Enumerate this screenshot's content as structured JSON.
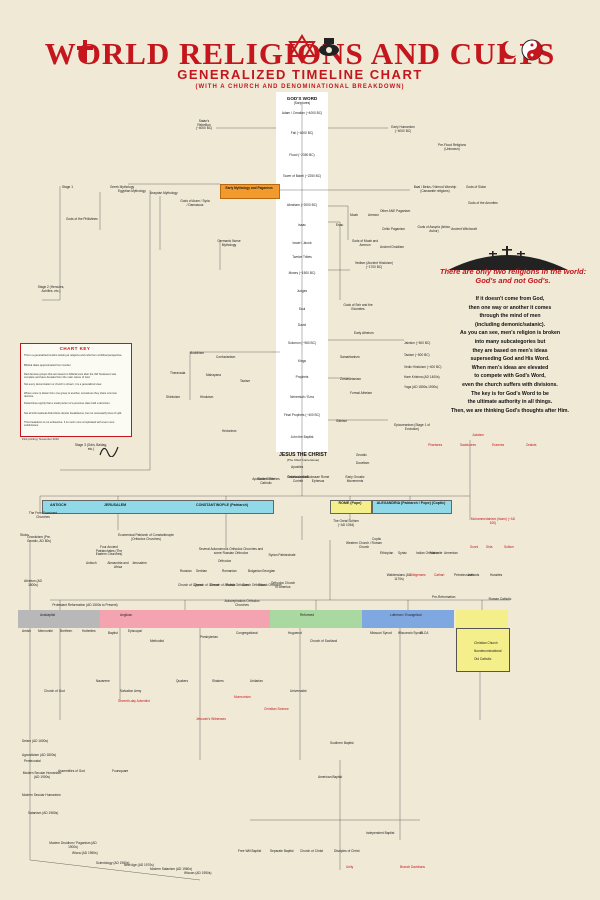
{
  "title": "WORLD RELIGIONS AND CULTS",
  "subtitle": "GENERALIZED TIMELINE CHART",
  "tagline": "(WITH A CHURCH AND DENOMINATIONAL BREAKDOWN)",
  "spine": {
    "head": "GOD'S WORD",
    "head_sub": "(Scriptures)",
    "nodes": [
      "Adam / Creation (~4000 BC)",
      "Fall (~4000 BC)",
      "Flood (~2350 BC)",
      "Tower of Babel (~2250 BC)",
      "Abraham (~2000 BC)",
      "Isaac",
      "Israel / Jacob",
      "Twelve Tribes",
      "Moses (~1500 BC)",
      "Judges",
      "Saul",
      "David",
      "Solomon (~960 BC)",
      "Kings",
      "Prophets",
      "Nehemiah / Ezra",
      "Final Prophets (~400 BC)",
      "John the Baptist"
    ],
    "jesus": "JESUS THE CHRIST",
    "jesus_sub": "(The Chief Cornerstone)",
    "apostles": "Apostles"
  },
  "left_nodes": [
    "Satan's Rebellion (~4000 BC)",
    "Stage 1",
    "Greek Mythology",
    "Egyptian Mythology",
    "Assyrian Mythology",
    "Gods of the Philistines",
    "Gods of Aram / Syria / Damascus",
    "Germanic Norse Mythology",
    "Stage 2 (Hercules, Achilles, etc.)",
    "Buddhism",
    "Theravada",
    "Mahayana",
    "Confucianism",
    "Shintoism",
    "Hinduism",
    "Stage 3 (Odin, Baldag, etc.)",
    "Taoism"
  ],
  "orange_box": "Early Mythology and Paganism",
  "right_nodes": [
    "Early Humanism (~4000 BC)",
    "Pre-Flood Religions (Unknown)",
    "Baal / Belus / Nimrod Worship (Canaanite religions)",
    "Gods of Sidon",
    "Gods of the Amorites",
    "Moab",
    "Ammon",
    "Gods of Moab and Ammon",
    "Other ANE Paganism",
    "Celtic Paganism",
    "Ancient Druidism",
    "Gods of Assyria (Ishtar, Ashur)",
    "Ancient Witchcraft",
    "Esau",
    "Vedism (Ancient Hinduism) (~1700 BC)",
    "Gods of Seir and the Edomites",
    "Early Atheism",
    "Jainism (~500 BC)",
    "Samaritanism",
    "Taoism (~500 BC)",
    "Zoroastrianism",
    "Vedic Hinduism (~400 BC)",
    "Formal Atheism",
    "Hare Krishna (AD 1400s)",
    "Yoga (AD 1850s-1900s)",
    "Sikhism",
    "Epicureanism (Stage 1 of Evolution)",
    "Hedonism",
    "Gnostic",
    "Docetism",
    "Judaism",
    "Pharisees",
    "Sadducees",
    "Essenes",
    "Zealots"
  ],
  "quote": {
    "red": "There are only two religions in the world: God's and not God's.",
    "lines": [
      "If it doesn't come from God,",
      "then one way or another it comes",
      "through the mind of men",
      "(including demonic/satanic).",
      "As you can see, men's religion is broken",
      "into many subcategories but",
      "they are based on men's ideas",
      "superseding God and His Word.",
      "When men's ideas are elevated",
      "to compete with God's Word,",
      "even the church suffers with divisions.",
      "The key is for God's Word to be",
      "the ultimate authority in all things.",
      "Then, we are thinking God's thoughts after Him."
    ]
  },
  "key": {
    "title": "CHART KEY",
    "lines": [
      "This is a generalized timeline looking at religions and cults from a biblical perspective.",
      "Biblical dates approximated from Ussher.",
      "Red denotes groups that are based on biblical texts after the Old Testament was complete and have deviated from the main nature of God.",
      "Not every denomination or church is shown; it is a generalized view.",
      "Where a line is drawn from one group to another, sometimes they share common doctrine.",
      "Dotted lines signify that a small portion of a previous class held a dominion.",
      "Not all informational distinctions denote breakdowns, but not necessarily lines of split.",
      "This breakdown is not exhaustive. It is much more complicated with even more subdivisions."
    ],
    "printing": "First printing: November 2016"
  },
  "church_bands": [
    "ANTIOCH",
    "JERUSALEM",
    "CONSTANTINOPLE (Patriarch)",
    "ROME (Pope)",
    "ALEXANDRIA (Patriarch / Pope) (Coptic)"
  ],
  "church_nodes": [
    "Apostolic Churches",
    "Galatia Antioch Corinth",
    "Colossae Rome Ephesus",
    "Early Gnostic Movements",
    "The Free Prominent Churches",
    "The Great Schism (~AD 1054)",
    "Ecumenical Patriarch of Constantinople (Orthodox Churches)",
    "Four Ancient Patriarchates (The Eastern Churches)",
    "Antioch",
    "Alexandria and Africa",
    "Jerusalem",
    "Several Autonomous Orthodox Churches and some Russian Orthodox",
    "Orthodox",
    "Russian",
    "Serbian",
    "Romanian",
    "Bulgarian",
    "Georgian",
    "Syrian Patriarchate",
    "Church of Cyprus",
    "Church of Greece",
    "Church of Albania",
    "Polish Orthodox",
    "Czech Orthodox",
    "Slovak Orthodox",
    "Orthodox Church in America",
    "Autocephalous Orthodox Churches",
    "Western Church / Roman Church",
    "Coptic",
    "Ethiopian",
    "Syriac",
    "Indian Orthodox",
    "Maronite",
    "Armenian",
    "Mohammedanism (Islam) (~AD 620)",
    "Sunni",
    "Shia",
    "Sufism",
    "Waldensians (AD 1170s)",
    "Albigenses",
    "Cathari",
    "Petrobrusians",
    "Lollards",
    "Hussites",
    "Pre-Reformation",
    "Roman Catholic",
    "Protestant Reformation (AD 1500s to Present)",
    "Anabaptist",
    "Anglican",
    "Reformed",
    "Lutheran / Evangelical",
    "Amish",
    "Mennonite",
    "Brethren",
    "Hutterites",
    "Baptist",
    "Methodist",
    "Presbyterian",
    "Congregational",
    "Episcopal",
    "Huguenot",
    "Church of Scotland",
    "Missouri Synod",
    "Wisconsin Synod",
    "ELCA",
    "Pentecostal",
    "Assemblies of God",
    "Foursquare",
    "Church of God",
    "Salvation Army",
    "Nazarene",
    "Quakers",
    "Shakers",
    "Unitarian",
    "Universalist",
    "Seventh-day Adventist",
    "Jehovah's Witnesses",
    "Mormonism",
    "Christian Science",
    "Unity",
    "Branch Davidians",
    "Southern Baptist",
    "American Baptist",
    "Independent Baptist",
    "Free Will Baptist",
    "Separate Baptist",
    "Church of Christ",
    "Disciples of Christ",
    "Christian Church",
    "Nondenominational",
    "Old Catholic",
    "Eastern Rite Catholic",
    "Sedevacantists"
  ],
  "left_bottom": [
    "Gnosticism (Pre-Gnostic, AD 80s)",
    "Stoics",
    "Atheism (AD 1800s)",
    "Deism (AD 1600s)",
    "Agnosticism (AD 1800s)",
    "Modern Secular Humanism (AD 1900s)",
    "Modern Secular Humanism",
    "Satanism (AD 1960s)",
    "Modern Druidism / Paganism (AD 1900s)",
    "Wicca (AD 1950s)",
    "Scientology (AD 1950s)",
    "New Age (AD 1970s)",
    "Modern Satanism (AD 1960s)",
    "Wiccan (AD 1950s)"
  ],
  "colors": {
    "red": "#c4161c",
    "orange": "#f29a2e",
    "yellow": "#f4ef8a",
    "cyan": "#8fd9e8",
    "blue": "#7fa8e0",
    "pink": "#f4a3b0",
    "green": "#a9d8a0",
    "gray": "#b8b8b8",
    "tan": "#f5e7bd"
  },
  "icons": [
    "cross-icon",
    "star-of-david-icon",
    "eye-icon",
    "crescent-icon",
    "yin-yang-icon",
    "calvary-hill-icon"
  ]
}
